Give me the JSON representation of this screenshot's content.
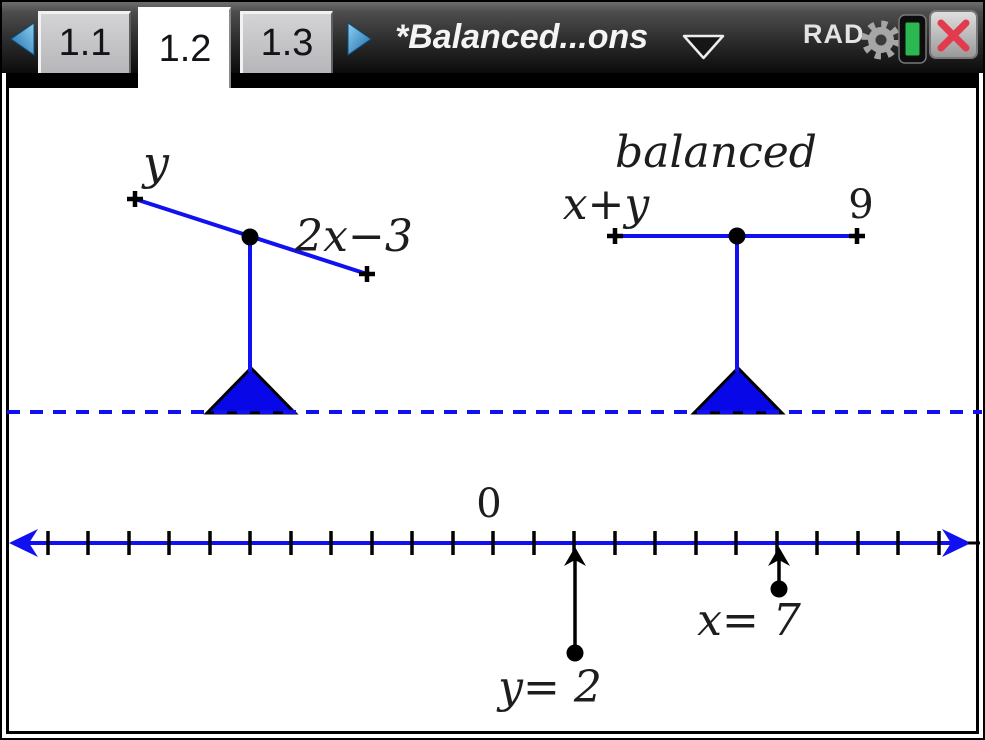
{
  "header": {
    "tabs": [
      {
        "label": "1.1"
      },
      {
        "label": "1.2"
      },
      {
        "label": "1.3"
      }
    ],
    "active_tab": "1.2",
    "doc_title": "*Balanced...ons",
    "angle_mode": "RAD"
  },
  "scene": {
    "left_balance": {
      "left_pan_label": "y",
      "right_pan_label": "2x−3"
    },
    "right_balance": {
      "caption": "balanced",
      "left_pan_label": "x+y",
      "right_pan_label": "9"
    },
    "number_line": {
      "zero_label": "0"
    },
    "solutions": {
      "y_label": "y= 2",
      "y_value": 2,
      "x_label": "x= 7",
      "x_value": 7
    }
  },
  "colors": {
    "line_blue": "#1010f0",
    "fulcrum_blue": "#0707e8",
    "battery_green": "#2bb851",
    "close_red": "#e23b4e"
  }
}
